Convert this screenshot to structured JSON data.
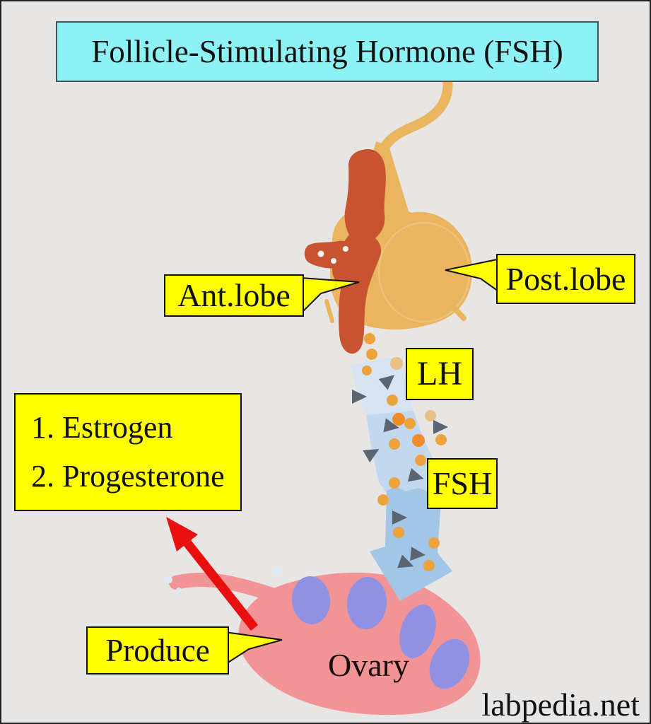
{
  "page": {
    "title": "Follicle-Stimulating Hormone (FSH)",
    "watermark": "labpedia.net"
  },
  "labels": {
    "ant_lobe": "Ant.lobe",
    "post_lobe": "Post.lobe",
    "lh": "LH",
    "fsh": "FSH",
    "produce": "Produce",
    "ovary": "Ovary",
    "hormones": [
      "1. Estrogen",
      "2. Progesterone"
    ]
  },
  "colors": {
    "background": "#e7e6e4",
    "title_fill": "#8ef2f5",
    "title_border": "#44525c",
    "label_fill": "#ffff00",
    "label_border": "#111111",
    "gland_tan": "#e9b55e",
    "gland_outline": "#eec379",
    "anterior_red": "#c85331",
    "stream_light": "#d6e3f2",
    "stream_mid": "#c2d8ee",
    "flow_arrow_blue": "#a3c5e6",
    "dot_orange": "#eda33d",
    "triangle_slate": "#5a6472",
    "ovary_pink": "#f29496",
    "follicle_purple": "#9091e2",
    "arrow_red": "#e90f0f",
    "text": "#111111"
  }
}
